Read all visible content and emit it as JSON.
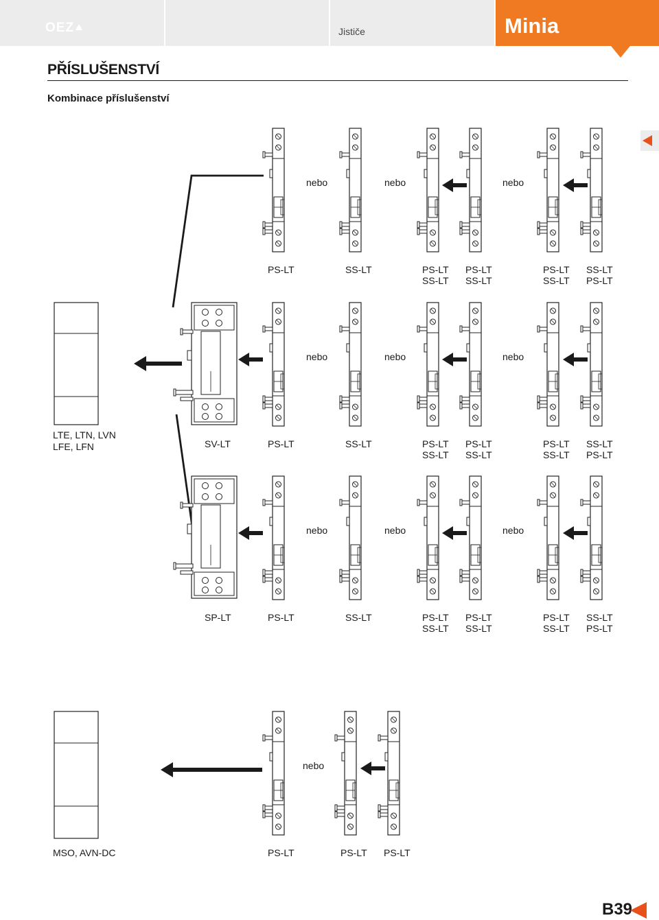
{
  "header": {
    "logo": "OEZ",
    "section": "Jističe",
    "brand": "Minia"
  },
  "page": {
    "title": "PŘÍSLUŠENSTVÍ",
    "subtitle": "Kombinace příslušenství",
    "number": "B39"
  },
  "labels": {
    "or": "nebo",
    "group1_breakers": [
      "LTE, LTN, LVN",
      "LFE, LFN"
    ],
    "group2_breakers": "MSO, AVN-DC",
    "sv": "SV-LT",
    "sp": "SP-LT",
    "ps": "PS-LT",
    "ss": "SS-LT"
  },
  "accent_color": "#f07a22",
  "icons": [
    "left-arrow-icon",
    "contact-module-icon",
    "release-module-icon",
    "breaker-module-icon"
  ]
}
